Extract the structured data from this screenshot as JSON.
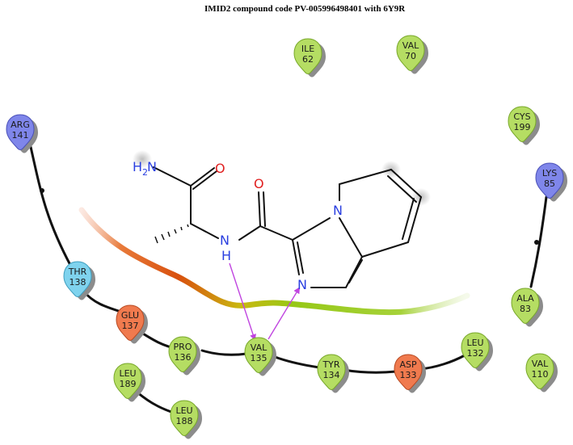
{
  "title": "IMID2 compound code PV-005996498401  with 6Y9R",
  "colors": {
    "hydrophobic": "#b5dd63",
    "hydrophobic_stroke": "#78a82a",
    "positive": "#7f86ea",
    "positive_stroke": "#4a50b8",
    "negative": "#f07a4e",
    "negative_stroke": "#b84a22",
    "polar": "#7fd3ee",
    "polar_stroke": "#3f9ebf",
    "nitrogen": "#2a3fe0",
    "oxygen": "#e02020",
    "hbond": "#c045e0"
  },
  "residues": [
    {
      "id": "ile62",
      "name": "ILE",
      "num": "62",
      "type": "hydrophobic"
    },
    {
      "id": "val70",
      "name": "VAL",
      "num": "70",
      "type": "hydrophobic"
    },
    {
      "id": "arg141",
      "name": "ARG",
      "num": "141",
      "type": "positive"
    },
    {
      "id": "cys199",
      "name": "CYS",
      "num": "199",
      "type": "hydrophobic"
    },
    {
      "id": "lys85",
      "name": "LYS",
      "num": "85",
      "type": "positive"
    },
    {
      "id": "thr138",
      "name": "THR",
      "num": "138",
      "type": "polar"
    },
    {
      "id": "ala83",
      "name": "ALA",
      "num": "83",
      "type": "hydrophobic"
    },
    {
      "id": "glu137",
      "name": "GLU",
      "num": "137",
      "type": "negative"
    },
    {
      "id": "pro136",
      "name": "PRO",
      "num": "136",
      "type": "hydrophobic"
    },
    {
      "id": "val135",
      "name": "VAL",
      "num": "135",
      "type": "hydrophobic"
    },
    {
      "id": "tyr134",
      "name": "TYR",
      "num": "134",
      "type": "hydrophobic"
    },
    {
      "id": "asp133",
      "name": "ASP",
      "num": "133",
      "type": "negative"
    },
    {
      "id": "leu132",
      "name": "LEU",
      "num": "132",
      "type": "hydrophobic"
    },
    {
      "id": "val110",
      "name": "VAL",
      "num": "110",
      "type": "hydrophobic"
    },
    {
      "id": "leu189",
      "name": "LEU",
      "num": "189",
      "type": "hydrophobic"
    },
    {
      "id": "leu188",
      "name": "LEU",
      "num": "188",
      "type": "hydrophobic"
    }
  ],
  "ligand_atoms": {
    "amide_nh2_h": "H",
    "amide_nh2_sub": "2",
    "amide_nh2_n": "N",
    "amide_o1": "O",
    "amide_o2": "O",
    "nh_n": "N",
    "nh_h": "H",
    "imidazole_n": "N",
    "bridge_n": "N"
  }
}
